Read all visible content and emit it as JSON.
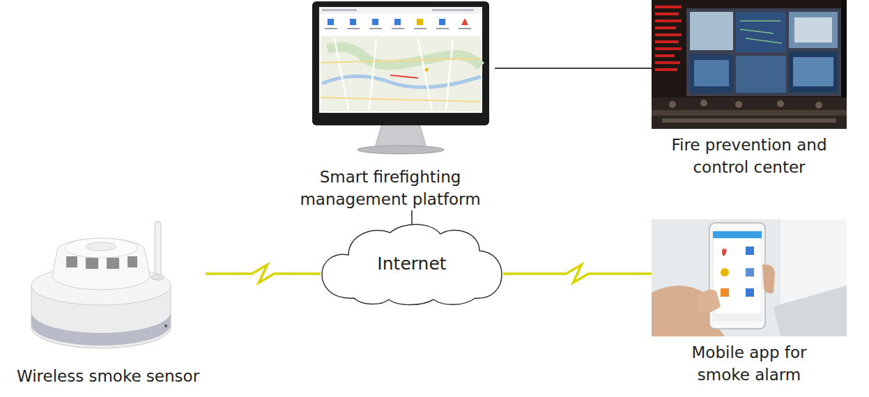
{
  "diagram": {
    "nodes": [
      {
        "text": [
          "Smart firefighting management platform"
        ]
      },
      {
        "text": [
          "Fire prevention and control center"
        ]
      },
      {
        "text": [
          "Internet"
        ]
      },
      {
        "text": [
          "Wireless smoke sensor"
        ]
      },
      {
        "text": [
          "Mobile app for smoke alarm"
        ]
      }
    ],
    "edges": [
      {
        "from": 0,
        "to": 1,
        "arrow": "none"
      },
      {
        "from": 0,
        "to": 2,
        "arrow": "none"
      },
      {
        "from": 3,
        "to": 2,
        "arrow": "none"
      },
      {
        "from": 2,
        "to": 4,
        "arrow": "none"
      }
    ]
  }
}
